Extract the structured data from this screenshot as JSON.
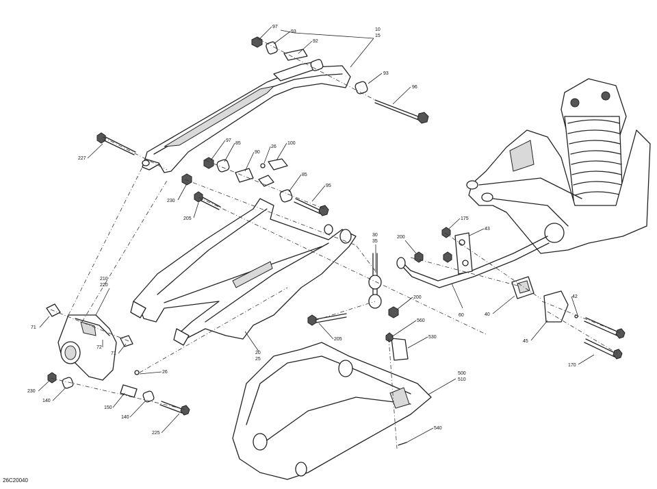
{
  "diagram": {
    "reference_code": "26C20040",
    "callouts": [
      {
        "id": "c97a",
        "text": "97"
      },
      {
        "id": "c93a",
        "text": "93"
      },
      {
        "id": "c92",
        "text": "92"
      },
      {
        "id": "c10",
        "text": "10"
      },
      {
        "id": "c15",
        "text": "15"
      },
      {
        "id": "c93b",
        "text": "93"
      },
      {
        "id": "c96",
        "text": "96"
      },
      {
        "id": "c227",
        "text": "227"
      },
      {
        "id": "c97b",
        "text": "97"
      },
      {
        "id": "c85a",
        "text": "85"
      },
      {
        "id": "c90",
        "text": "90"
      },
      {
        "id": "c26a",
        "text": "26"
      },
      {
        "id": "c100",
        "text": "100"
      },
      {
        "id": "c85b",
        "text": "85"
      },
      {
        "id": "c95",
        "text": "95"
      },
      {
        "id": "c230a",
        "text": "230"
      },
      {
        "id": "c205a",
        "text": "205"
      },
      {
        "id": "c175",
        "text": "175"
      },
      {
        "id": "c43",
        "text": "43"
      },
      {
        "id": "c200a",
        "text": "200"
      },
      {
        "id": "c30",
        "text": "30"
      },
      {
        "id": "c35",
        "text": "35"
      },
      {
        "id": "c200b",
        "text": "200"
      },
      {
        "id": "c210",
        "text": "210"
      },
      {
        "id": "c220",
        "text": "220"
      },
      {
        "id": "c71a",
        "text": "71"
      },
      {
        "id": "c72",
        "text": "72"
      },
      {
        "id": "c71b",
        "text": "71"
      },
      {
        "id": "c20",
        "text": "20"
      },
      {
        "id": "c25",
        "text": "25"
      },
      {
        "id": "c205b",
        "text": "205"
      },
      {
        "id": "c560",
        "text": "560"
      },
      {
        "id": "c530",
        "text": "530"
      },
      {
        "id": "c60",
        "text": "60"
      },
      {
        "id": "c40",
        "text": "40"
      },
      {
        "id": "c42",
        "text": "42"
      },
      {
        "id": "c45",
        "text": "45"
      },
      {
        "id": "c170",
        "text": "170"
      },
      {
        "id": "c26b",
        "text": "26"
      },
      {
        "id": "c230b",
        "text": "230"
      },
      {
        "id": "c140a",
        "text": "140"
      },
      {
        "id": "c150",
        "text": "150"
      },
      {
        "id": "c140b",
        "text": "140"
      },
      {
        "id": "c225",
        "text": "225"
      },
      {
        "id": "c500",
        "text": "500"
      },
      {
        "id": "c510",
        "text": "510"
      },
      {
        "id": "c540",
        "text": "540"
      }
    ]
  }
}
